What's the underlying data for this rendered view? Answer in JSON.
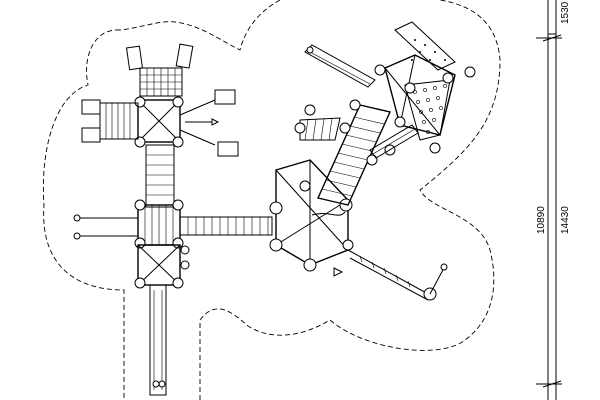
{
  "dimensions": {
    "top_offset": "1530",
    "inner_length": "10890",
    "overall_length": "14430"
  },
  "colors": {
    "line": "#000000",
    "background": "#ffffff"
  }
}
